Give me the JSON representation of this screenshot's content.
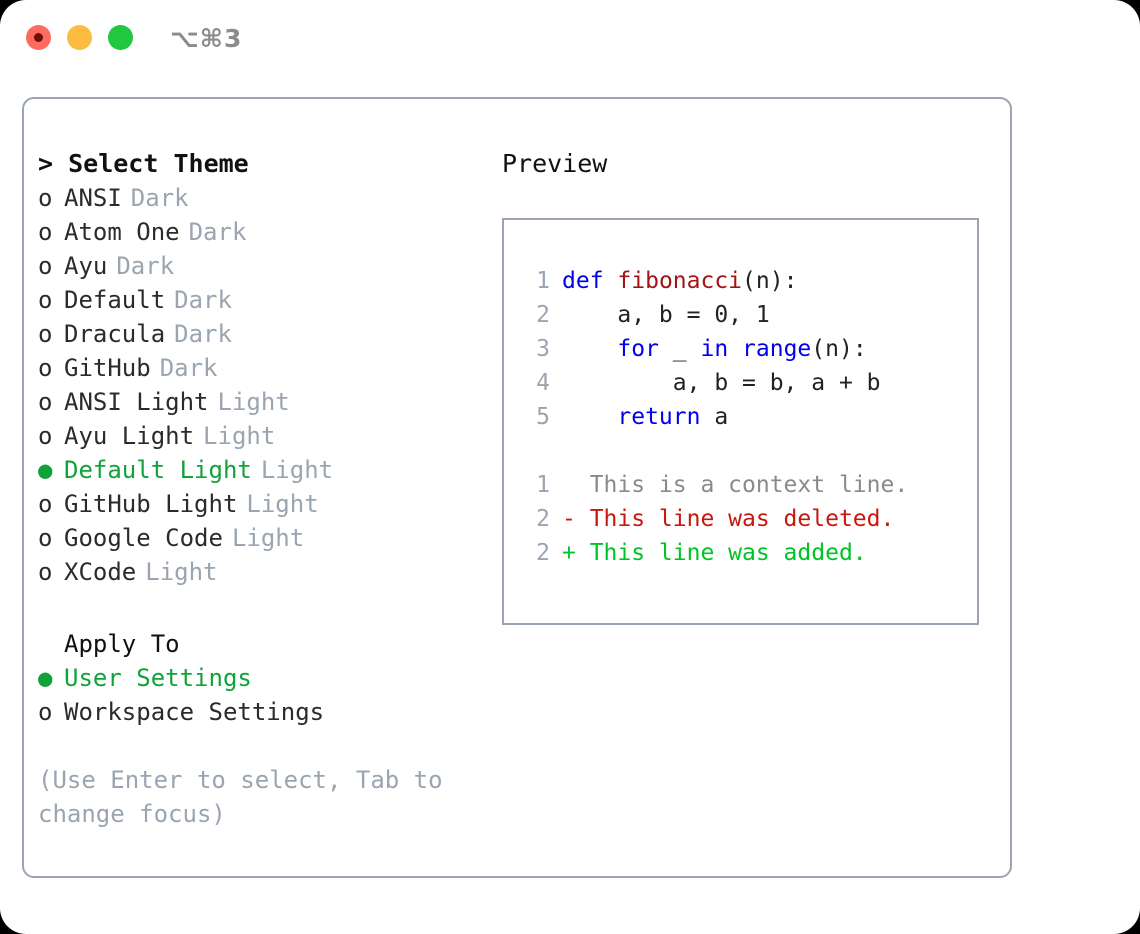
{
  "titlebar": {
    "shortcut": "⌥⌘3",
    "buttons": [
      {
        "name": "close",
        "color": "#fd6a5e"
      },
      {
        "name": "minimize",
        "color": "#fdbc40"
      },
      {
        "name": "maximize",
        "color": "#22c63f"
      }
    ]
  },
  "theme_picker": {
    "heading": "> Select Theme",
    "items": [
      {
        "marker": "o",
        "label": "ANSI",
        "suffix": "Dark",
        "selected": false
      },
      {
        "marker": "o",
        "label": "Atom One",
        "suffix": "Dark",
        "selected": false
      },
      {
        "marker": "o",
        "label": "Ayu",
        "suffix": "Dark",
        "selected": false
      },
      {
        "marker": "o",
        "label": "Default",
        "suffix": "Dark",
        "selected": false
      },
      {
        "marker": "o",
        "label": "Dracula",
        "suffix": "Dark",
        "selected": false
      },
      {
        "marker": "o",
        "label": "GitHub",
        "suffix": "Dark",
        "selected": false
      },
      {
        "marker": "o",
        "label": "ANSI Light",
        "suffix": "Light",
        "selected": false
      },
      {
        "marker": "o",
        "label": "Ayu Light",
        "suffix": "Light",
        "selected": false
      },
      {
        "marker": "●",
        "label": "Default Light",
        "suffix": "Light",
        "selected": true
      },
      {
        "marker": "o",
        "label": "GitHub Light",
        "suffix": "Light",
        "selected": false
      },
      {
        "marker": "o",
        "label": "Google Code",
        "suffix": "Light",
        "selected": false
      },
      {
        "marker": "o",
        "label": "XCode",
        "suffix": "Light",
        "selected": false
      }
    ]
  },
  "apply_to": {
    "heading": "Apply To",
    "items": [
      {
        "marker": "●",
        "label": "User Settings",
        "selected": true
      },
      {
        "marker": "o",
        "label": "Workspace Settings",
        "selected": false
      }
    ]
  },
  "hint": "(Use Enter to select, Tab to change focus)",
  "preview": {
    "title": "Preview",
    "code_lines": [
      {
        "no": "1",
        "tokens": [
          {
            "t": "def",
            "c": "kw"
          },
          {
            "t": " ",
            "c": "plain"
          },
          {
            "t": "fibonacci",
            "c": "fn"
          },
          {
            "t": "(n):",
            "c": "plain"
          }
        ]
      },
      {
        "no": "2",
        "tokens": [
          {
            "t": "    a, b = 0, 1",
            "c": "plain"
          }
        ]
      },
      {
        "no": "3",
        "tokens": [
          {
            "t": "    ",
            "c": "plain"
          },
          {
            "t": "for",
            "c": "kw"
          },
          {
            "t": " _ ",
            "c": "plain"
          },
          {
            "t": "in",
            "c": "kw"
          },
          {
            "t": " ",
            "c": "plain"
          },
          {
            "t": "range",
            "c": "kw"
          },
          {
            "t": "(n):",
            "c": "plain"
          }
        ]
      },
      {
        "no": "4",
        "tokens": [
          {
            "t": "        a, b = b, a + b",
            "c": "plain"
          }
        ]
      },
      {
        "no": "5",
        "tokens": [
          {
            "t": "    ",
            "c": "plain"
          },
          {
            "t": "return",
            "c": "kw"
          },
          {
            "t": " a",
            "c": "plain"
          }
        ]
      }
    ],
    "diff_lines": [
      {
        "no": "1",
        "text": "  This is a context line.",
        "kind": "diff-ctx"
      },
      {
        "no": "2",
        "text": "- This line was deleted.",
        "kind": "diff-del"
      },
      {
        "no": "2",
        "text": "+ This line was added.",
        "kind": "diff-add"
      }
    ]
  },
  "colors": {
    "accent_green": "#12a23a",
    "muted": "#9aa5b1",
    "keyword_blue": "#0000ee",
    "function_red": "#a31515",
    "diff_delete": "#c8170d",
    "diff_add": "#00c425",
    "border": "#9aa5b1"
  }
}
